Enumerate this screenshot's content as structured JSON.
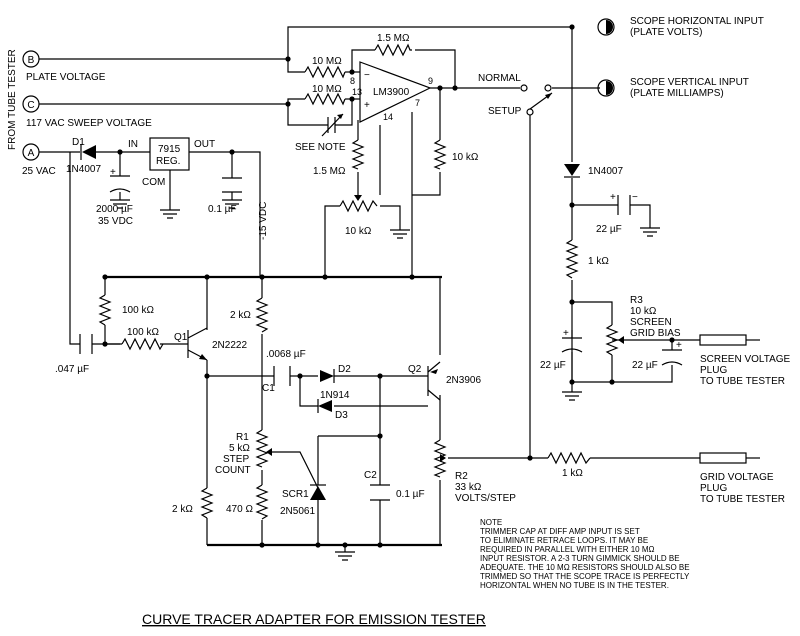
{
  "title": "CURVE TRACER ADAPTER FOR EMISSION TESTER",
  "side_label": "FROM TUBE TESTER",
  "inputs": {
    "b_letter": "B",
    "b_label": "PLATE VOLTAGE",
    "c_letter": "C",
    "c_label": "117 VAC SWEEP VOLTAGE",
    "a_letter": "A",
    "a_label": "25 VAC"
  },
  "outputs": {
    "horiz_1": "SCOPE HORIZONTAL INPUT",
    "horiz_2": "(PLATE VOLTS)",
    "vert_1": "SCOPE VERTICAL INPUT",
    "vert_2": "(PLATE MILLIAMPS)",
    "normal": "NORMAL",
    "setup": "SETUP"
  },
  "opamp": {
    "name": "LM3900",
    "pin9": "9",
    "pin8": "8",
    "pin13": "13",
    "pin7": "7",
    "pin14": "14",
    "minus": "−",
    "plus": "+"
  },
  "parts": {
    "r_fb": "1.5 MΩ",
    "r_in1": "10 MΩ",
    "r_in2": "10 MΩ",
    "see_note": "SEE NOTE",
    "r_15m": "1.5 MΩ",
    "r_10k_out": "10 kΩ",
    "pot_10k": "10 kΩ",
    "d1_ref": "D1",
    "d1_type": "1N4007",
    "reg_type": "7915",
    "reg_sub": "REG.",
    "reg_in": "IN",
    "reg_out": "OUT",
    "reg_com": "COM",
    "c_2000_a": "2000 µF",
    "c_2000_b": "35 VDC",
    "c_01": "0.1 µF",
    "neg15": "-15 VDC",
    "r_100k_a": "100 kΩ",
    "r_100k_b": "100 kΩ",
    "c_047": ".047 µF",
    "q1_ref": "Q1",
    "q1_type": "2N2222",
    "r_2k_a": "2 kΩ",
    "c1_val": ".0068 µF",
    "c1_ref": "C1",
    "d2_ref": "D2",
    "d_type": "1N914",
    "d3_ref": "D3",
    "q2_ref": "Q2",
    "q2_type": "2N3906",
    "r1_ref": "R1",
    "r1_val": "5 kΩ",
    "r1_f1": "STEP",
    "r1_f2": "COUNT",
    "r_2k_b": "2 kΩ",
    "r_470": "470 Ω",
    "scr_ref": "SCR1",
    "scr_type": "2N5061",
    "c2_ref": "C2",
    "c2_val": "0.1 µF",
    "r2_ref": "R2",
    "r2_val": "33 kΩ",
    "r2_f": "VOLTS/STEP",
    "d_right": "1N4007",
    "c_22_top": "22 µF",
    "r_1k_right": "1 kΩ",
    "r3_ref": "R3",
    "r3_val": "10 kΩ",
    "r3_f1": "SCREEN",
    "r3_f2": "GRID BIAS",
    "c_22_mid": "22 µF",
    "c_22_mid2": "22 µF",
    "screen_1": "SCREEN VOLTAGE",
    "screen_2": "PLUG",
    "screen_3": "TO TUBE TESTER",
    "r_1k_grid": "1 kΩ",
    "grid_1": "GRID VOLTAGE",
    "grid_2": "PLUG",
    "grid_3": "TO TUBE TESTER"
  },
  "note": [
    "NOTE",
    "TRIMMER CAP AT DIFF AMP INPUT IS SET",
    "TO ELIMINATE RETRACE LOOPS. IT MAY BE",
    "REQUIRED IN PARALLEL WITH EITHER 10 MΩ",
    "INPUT RESISTOR. A 2-3 TURN GIMMICK SHOULD BE",
    "ADEQUATE. THE 10 MΩ RESISTORS SHOULD ALSO BE",
    "TRIMMED SO THAT THE SCOPE TRACE IS PERFECTLY",
    "HORIZONTAL WHEN NO TUBE IS IN THE TESTER."
  ]
}
